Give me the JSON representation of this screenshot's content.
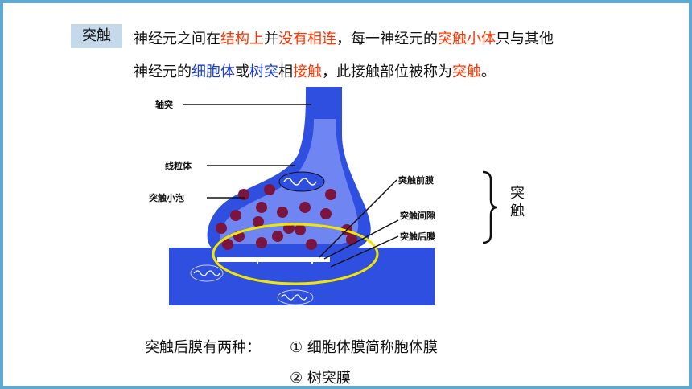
{
  "tag": "突触",
  "sentence": {
    "line1": [
      {
        "t": "神经元之间在",
        "c": "n"
      },
      {
        "t": "结构上",
        "c": "hl"
      },
      {
        "t": "并",
        "c": "n"
      },
      {
        "t": "没有相连",
        "c": "hl"
      },
      {
        "t": "，每一神经元的",
        "c": "n"
      },
      {
        "t": "突触小体",
        "c": "hl"
      },
      {
        "t": "只与其他",
        "c": "n"
      }
    ],
    "line2": [
      {
        "t": "神经元的",
        "c": "n"
      },
      {
        "t": "细胞体",
        "c": "bl"
      },
      {
        "t": "或",
        "c": "n"
      },
      {
        "t": "树突",
        "c": "bl"
      },
      {
        "t": "相",
        "c": "n"
      },
      {
        "t": "接触",
        "c": "hl"
      },
      {
        "t": "，此接触部位被称为",
        "c": "n"
      },
      {
        "t": "突触",
        "c": "hl"
      },
      {
        "t": "。",
        "c": "n"
      }
    ]
  },
  "diagram": {
    "labels": {
      "axon": "轴突",
      "mitochondria": "线粒体",
      "vesicle": "突触小泡",
      "presynaptic": "突触前膜",
      "cleft": "突触间隙",
      "postsynaptic": "突触后膜"
    },
    "brace_label_chars": [
      "突",
      "触"
    ]
  },
  "colors": {
    "highlight": "#ff3300",
    "blue_text": "#1a3bd6",
    "neuron_blue": "#2f4fe0",
    "vesicle": "#7a1540",
    "ellipse": "#f2e600",
    "frame": "#5fa8cf",
    "tag_bg": "#c6d9ea"
  },
  "question": "突触后膜有两种：",
  "answers": [
    "① 细胞体膜简称胞体膜",
    "② 树突膜"
  ]
}
